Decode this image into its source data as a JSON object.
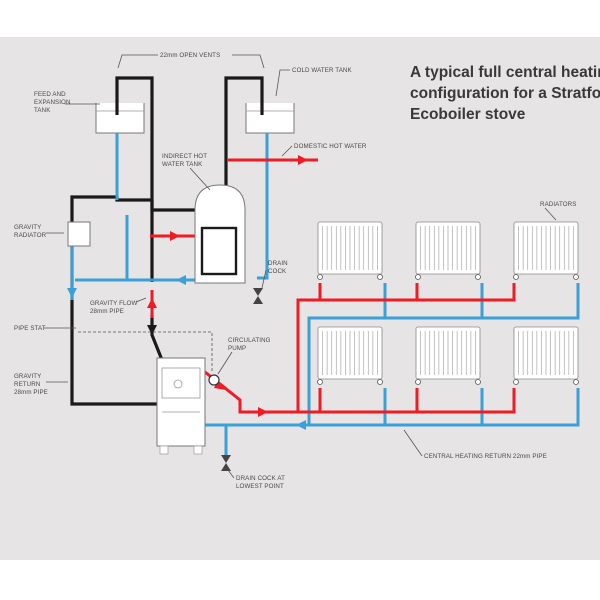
{
  "title_lines": [
    "A typical full central heating",
    "configuration for a Stratford",
    "Ecoboiler stove"
  ],
  "labels": {
    "open_vents": "22mm OPEN VENTS",
    "cold_water_tank": "COLD WATER TANK",
    "feed_tank_line1": "FEED AND",
    "feed_tank_line2": "EXPANSION",
    "feed_tank_line3": "TANK",
    "hot_water_tank_line1": "INDIRECT HOT",
    "hot_water_tank_line2": "WATER TANK",
    "domestic_hot_water": "DOMESTIC HOT WATER",
    "radiators": "RADIATORS",
    "gravity_radiator_line1": "GRAVITY",
    "gravity_radiator_line2": "RADIATOR",
    "drain_cock_line1": "DRAIN",
    "drain_cock_line2": "COCK",
    "gravity_flow_line1": "GRAVITY FLOW",
    "gravity_flow_line2": "28mm PIPE",
    "pipe_stat": "PIPE STAT",
    "circulating_pump_line1": "CIRCULATING",
    "circulating_pump_line2": "PUMP",
    "gravity_return_line1": "GRAVITY",
    "gravity_return_line2": "RETURN",
    "gravity_return_line3": "28mm PIPE",
    "central_heating_return": "CENTRAL HEATING RETURN 22mm PIPE",
    "drain_cock_lowest_line1": "DRAIN COCK AT",
    "drain_cock_lowest_line2": "LOWEST POINT"
  },
  "colors": {
    "background": "#e6e4e4",
    "flow_pipe": "#ee1c25",
    "return_pipe": "#3aa0d8",
    "gravity_pipe": "#1a1a1a"
  }
}
